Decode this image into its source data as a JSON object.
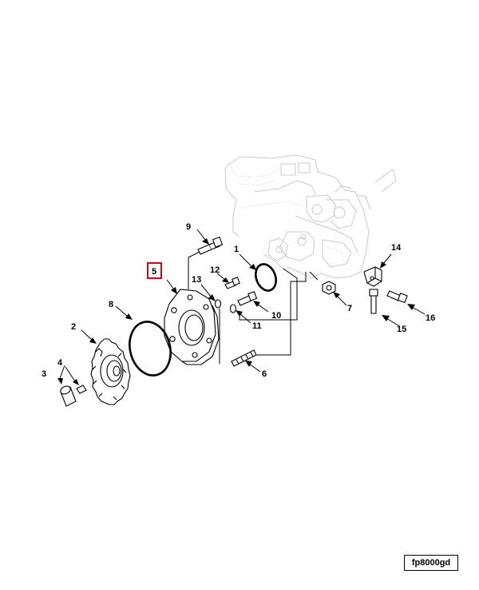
{
  "diagram": {
    "callouts": [
      {
        "id": "callout-1",
        "label": "1"
      },
      {
        "id": "callout-2",
        "label": "2"
      },
      {
        "id": "callout-3",
        "label": "3"
      },
      {
        "id": "callout-4",
        "label": "4"
      },
      {
        "id": "callout-5",
        "label": "5",
        "highlighted": true,
        "highlight_color": "#d0021b"
      },
      {
        "id": "callout-6",
        "label": "6"
      },
      {
        "id": "callout-7",
        "label": "7"
      },
      {
        "id": "callout-8",
        "label": "8"
      },
      {
        "id": "callout-9",
        "label": "9"
      },
      {
        "id": "callout-10",
        "label": "10"
      },
      {
        "id": "callout-11",
        "label": "11"
      },
      {
        "id": "callout-12",
        "label": "12"
      },
      {
        "id": "callout-13",
        "label": "13"
      },
      {
        "id": "callout-14",
        "label": "14"
      },
      {
        "id": "callout-15",
        "label": "15"
      },
      {
        "id": "callout-16",
        "label": "16"
      }
    ],
    "figure_code": "fp8000gd",
    "colors": {
      "line": "#000000",
      "ghost": "#c9c9c9",
      "highlight": "#d0021b"
    }
  }
}
